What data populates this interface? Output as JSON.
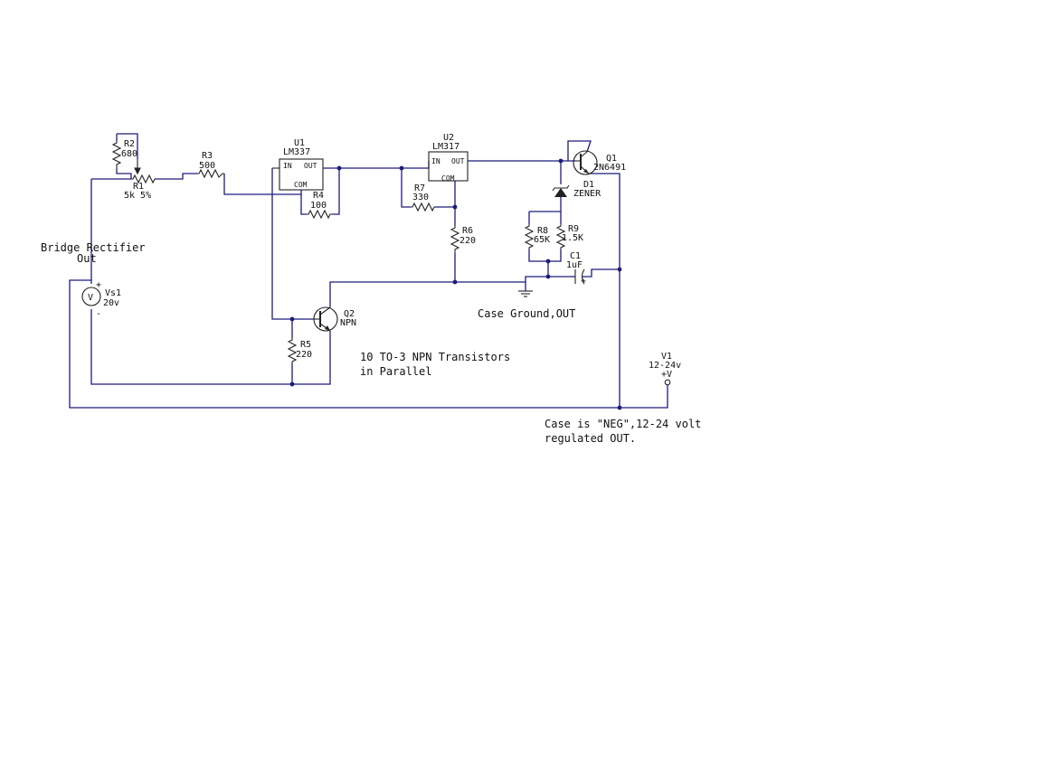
{
  "components": {
    "r1": {
      "ref": "R1",
      "value": "5k 5%"
    },
    "r2": {
      "ref": "R2",
      "value": "680"
    },
    "r3": {
      "ref": "R3",
      "value": "500"
    },
    "r4": {
      "ref": "R4",
      "value": "100"
    },
    "r5": {
      "ref": "R5",
      "value": "220"
    },
    "r6": {
      "ref": "R6",
      "value": "220"
    },
    "r7": {
      "ref": "R7",
      "value": "330"
    },
    "r8": {
      "ref": "R8",
      "value": "65K"
    },
    "r9": {
      "ref": "R9",
      "value": "1.5K"
    },
    "u1": {
      "ref": "U1",
      "part": "LM337",
      "pin_in": "IN",
      "pin_out": "OUT",
      "pin_com": "COM"
    },
    "u2": {
      "ref": "U2",
      "part": "LM317",
      "pin_in": "IN",
      "pin_out": "OUT",
      "pin_com": "COM"
    },
    "q1": {
      "ref": "Q1",
      "part": "2N6491"
    },
    "q2": {
      "ref": "Q2",
      "part": "NPN"
    },
    "d1": {
      "ref": "D1",
      "part": "ZENER"
    },
    "c1": {
      "ref": "C1",
      "value": "1uF",
      "plus": "+"
    },
    "vs1": {
      "ref": "Vs1",
      "value": "20v",
      "symbol": "V",
      "plus": "+",
      "minus": "-"
    },
    "v1": {
      "ref": "V1",
      "value": "12-24v",
      "terminal": "+V"
    }
  },
  "annotations": {
    "bridge_line1": "Bridge Rectifier",
    "bridge_line2": "Out",
    "case_ground": "Case Ground,OUT",
    "transistors_line1": "10 TO-3 NPN Transistors",
    "transistors_line2": "in Parallel",
    "case_note_line1": "Case is \"NEG\",12-24 volt",
    "case_note_line2": "regulated OUT."
  }
}
